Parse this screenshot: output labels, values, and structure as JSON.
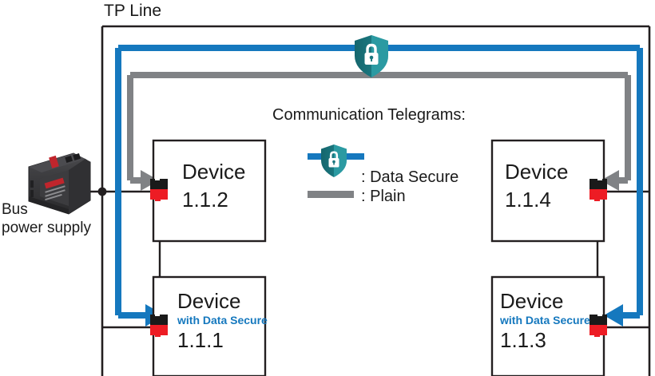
{
  "diagram": {
    "title": "TP Line",
    "type": "knx-topology",
    "colors": {
      "secure_blue": "#1578be",
      "plain_gray": "#808285",
      "shield_teal_dark": "#1a6d74",
      "shield_teal_light": "#2b9aa2",
      "border_black": "#231f20",
      "terminal_red": "#ed1c24",
      "terminal_black": "#1a1a1a"
    }
  },
  "power_supply": {
    "label_line1": "Bus",
    "label_line2": "power supply",
    "icon": "din-rail-power-supply-icon"
  },
  "legend": {
    "title": "Communication Telegrams:",
    "items": [
      {
        "icon": "shield-lock-icon",
        "swatch_color": "#1578be",
        "label": ": Data Secure"
      },
      {
        "icon": "line-swatch-icon",
        "swatch_color": "#808285",
        "label": ": Plain"
      }
    ]
  },
  "top_shield": {
    "icon": "shield-lock-icon",
    "name": "data-secure-shield"
  },
  "devices": [
    {
      "id": "device-1-1-2",
      "name": "Device",
      "subtitle": "",
      "address": "1.1.2",
      "secure": false,
      "terminal_side": "left",
      "incoming": "plain"
    },
    {
      "id": "device-1-1-1",
      "name": "Device",
      "subtitle": "with Data Secure",
      "address": "1.1.1",
      "secure": true,
      "terminal_side": "left",
      "incoming": "secure"
    },
    {
      "id": "device-1-1-4",
      "name": "Device",
      "subtitle": "",
      "address": "1.1.4",
      "secure": false,
      "terminal_side": "right",
      "incoming": "plain"
    },
    {
      "id": "device-1-1-3",
      "name": "Device",
      "subtitle": "with Data Secure",
      "address": "1.1.3",
      "secure": true,
      "terminal_side": "right",
      "incoming": "secure"
    }
  ]
}
